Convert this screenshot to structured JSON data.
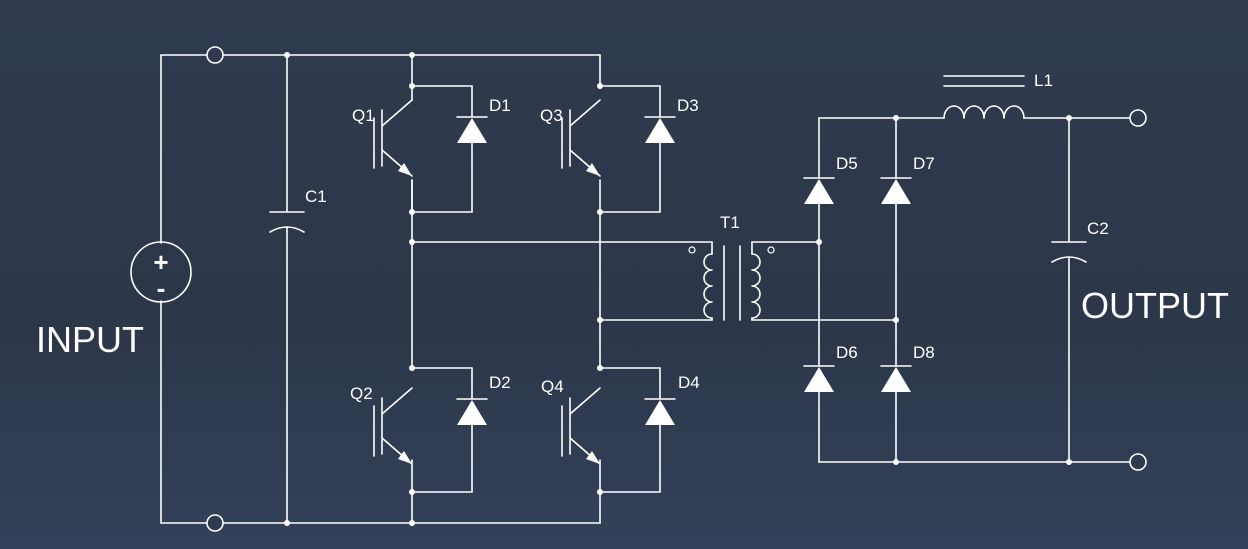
{
  "labels": {
    "input": "INPUT",
    "output": "OUTPUT",
    "source_plus": "+",
    "source_minus": "-",
    "c1": "C1",
    "c2": "C2",
    "q1": "Q1",
    "q2": "Q2",
    "q3": "Q3",
    "q4": "Q4",
    "d1": "D1",
    "d2": "D2",
    "d3": "D3",
    "d4": "D4",
    "d5": "D5",
    "d6": "D6",
    "d7": "D7",
    "d8": "D8",
    "t1": "T1",
    "l1": "L1"
  },
  "colors": {
    "background": "#2f3a4e",
    "wire": "#ffffff"
  }
}
